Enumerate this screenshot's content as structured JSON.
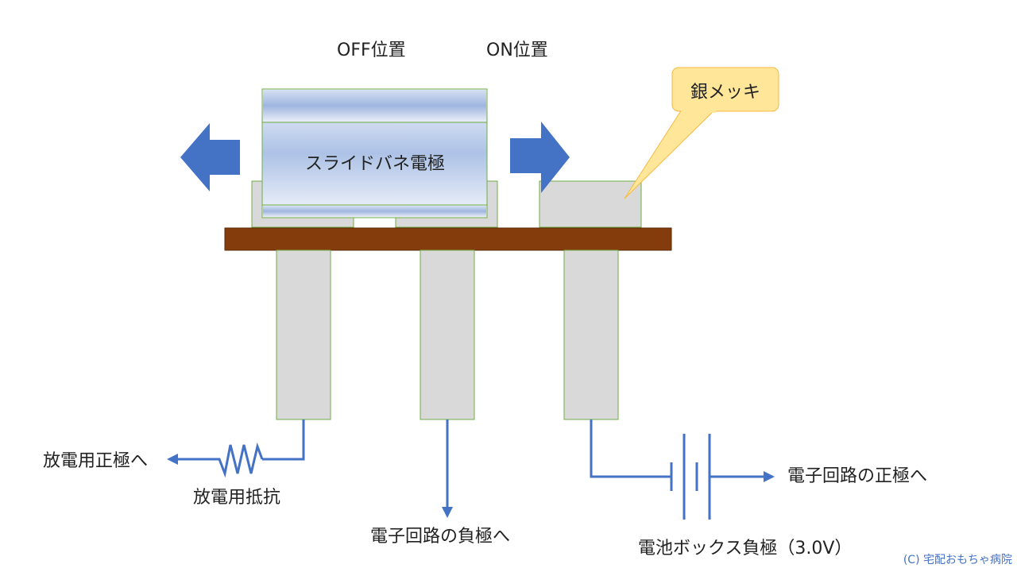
{
  "positions": {
    "off": "OFF位置",
    "on": "ON位置"
  },
  "slider": {
    "label": "スライドバネ電極"
  },
  "callout": {
    "text": "銀メッキ"
  },
  "labels": {
    "discharge_positive": "放電用正極へ",
    "resistor": "放電用抵抗",
    "circuit_negative": "電子回路の負極へ",
    "circuit_positive": "電子回路の正極へ",
    "battery_negative": "電池ボックス負極（3.0V）"
  },
  "credit": "(C) 宅配おもちゃ病院",
  "colors": {
    "board": "#843c0c",
    "terminal": "#d9d9d9",
    "terminal_border": "#70ad47",
    "arrow": "#4472c4",
    "wire": "#4472c4",
    "callout_fill": "#ffe699",
    "callout_border": "#f4b942"
  }
}
